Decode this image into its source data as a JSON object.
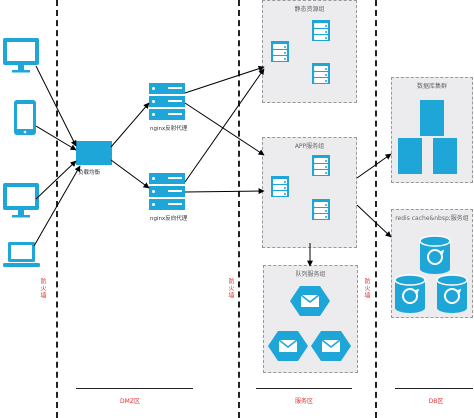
{
  "zones": {
    "dmz_label": "DMZ区",
    "service_label": "服务区",
    "db_label": "DB区"
  },
  "firewall_label": "防火墙",
  "load_balancer_label": "负载均衡",
  "nginx_labels": [
    "nginx反射代理",
    "nginx反向代理"
  ],
  "groups": {
    "static": "静态资源组",
    "app": "APP服务组",
    "queue": "队列服务组",
    "db_cluster": "数据库集群",
    "redis": "redis cache&nbsp;服务组"
  },
  "colors": {
    "primary": "#1ea6d9",
    "firewall_text": "#e03030",
    "group_bg": "#ececee"
  },
  "icons": [
    "monitor-icon",
    "tablet-icon",
    "monitor-icon",
    "laptop-icon",
    "server-icon",
    "message-queue-icon",
    "database-sync-icon"
  ]
}
